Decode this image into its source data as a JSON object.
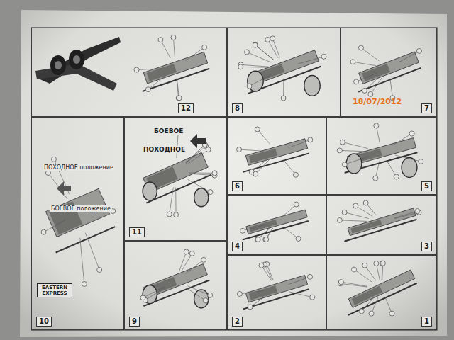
{
  "diagram": {
    "nodes": [
      {
        "text": [
          "1"
        ]
      },
      {
        "text": [
          "2"
        ]
      },
      {
        "text": [
          "3"
        ]
      },
      {
        "text": [
          "4"
        ]
      },
      {
        "text": [
          "5"
        ]
      },
      {
        "text": [
          "6"
        ]
      },
      {
        "text": [
          "7"
        ]
      },
      {
        "text": [
          "8"
        ]
      },
      {
        "text": [
          "9"
        ]
      },
      {
        "text": [
          "10"
        ]
      },
      {
        "text": [
          "11"
        ]
      },
      {
        "text": [
          "12"
        ]
      }
    ],
    "labels": [
      "ПОХОДНОЕ",
      "БОЕВОЕ",
      "ПОХОДНОЕ положение",
      "БОЕВОЕ положение",
      "EASTERN EXPRESS",
      "18/07/2012"
    ]
  }
}
